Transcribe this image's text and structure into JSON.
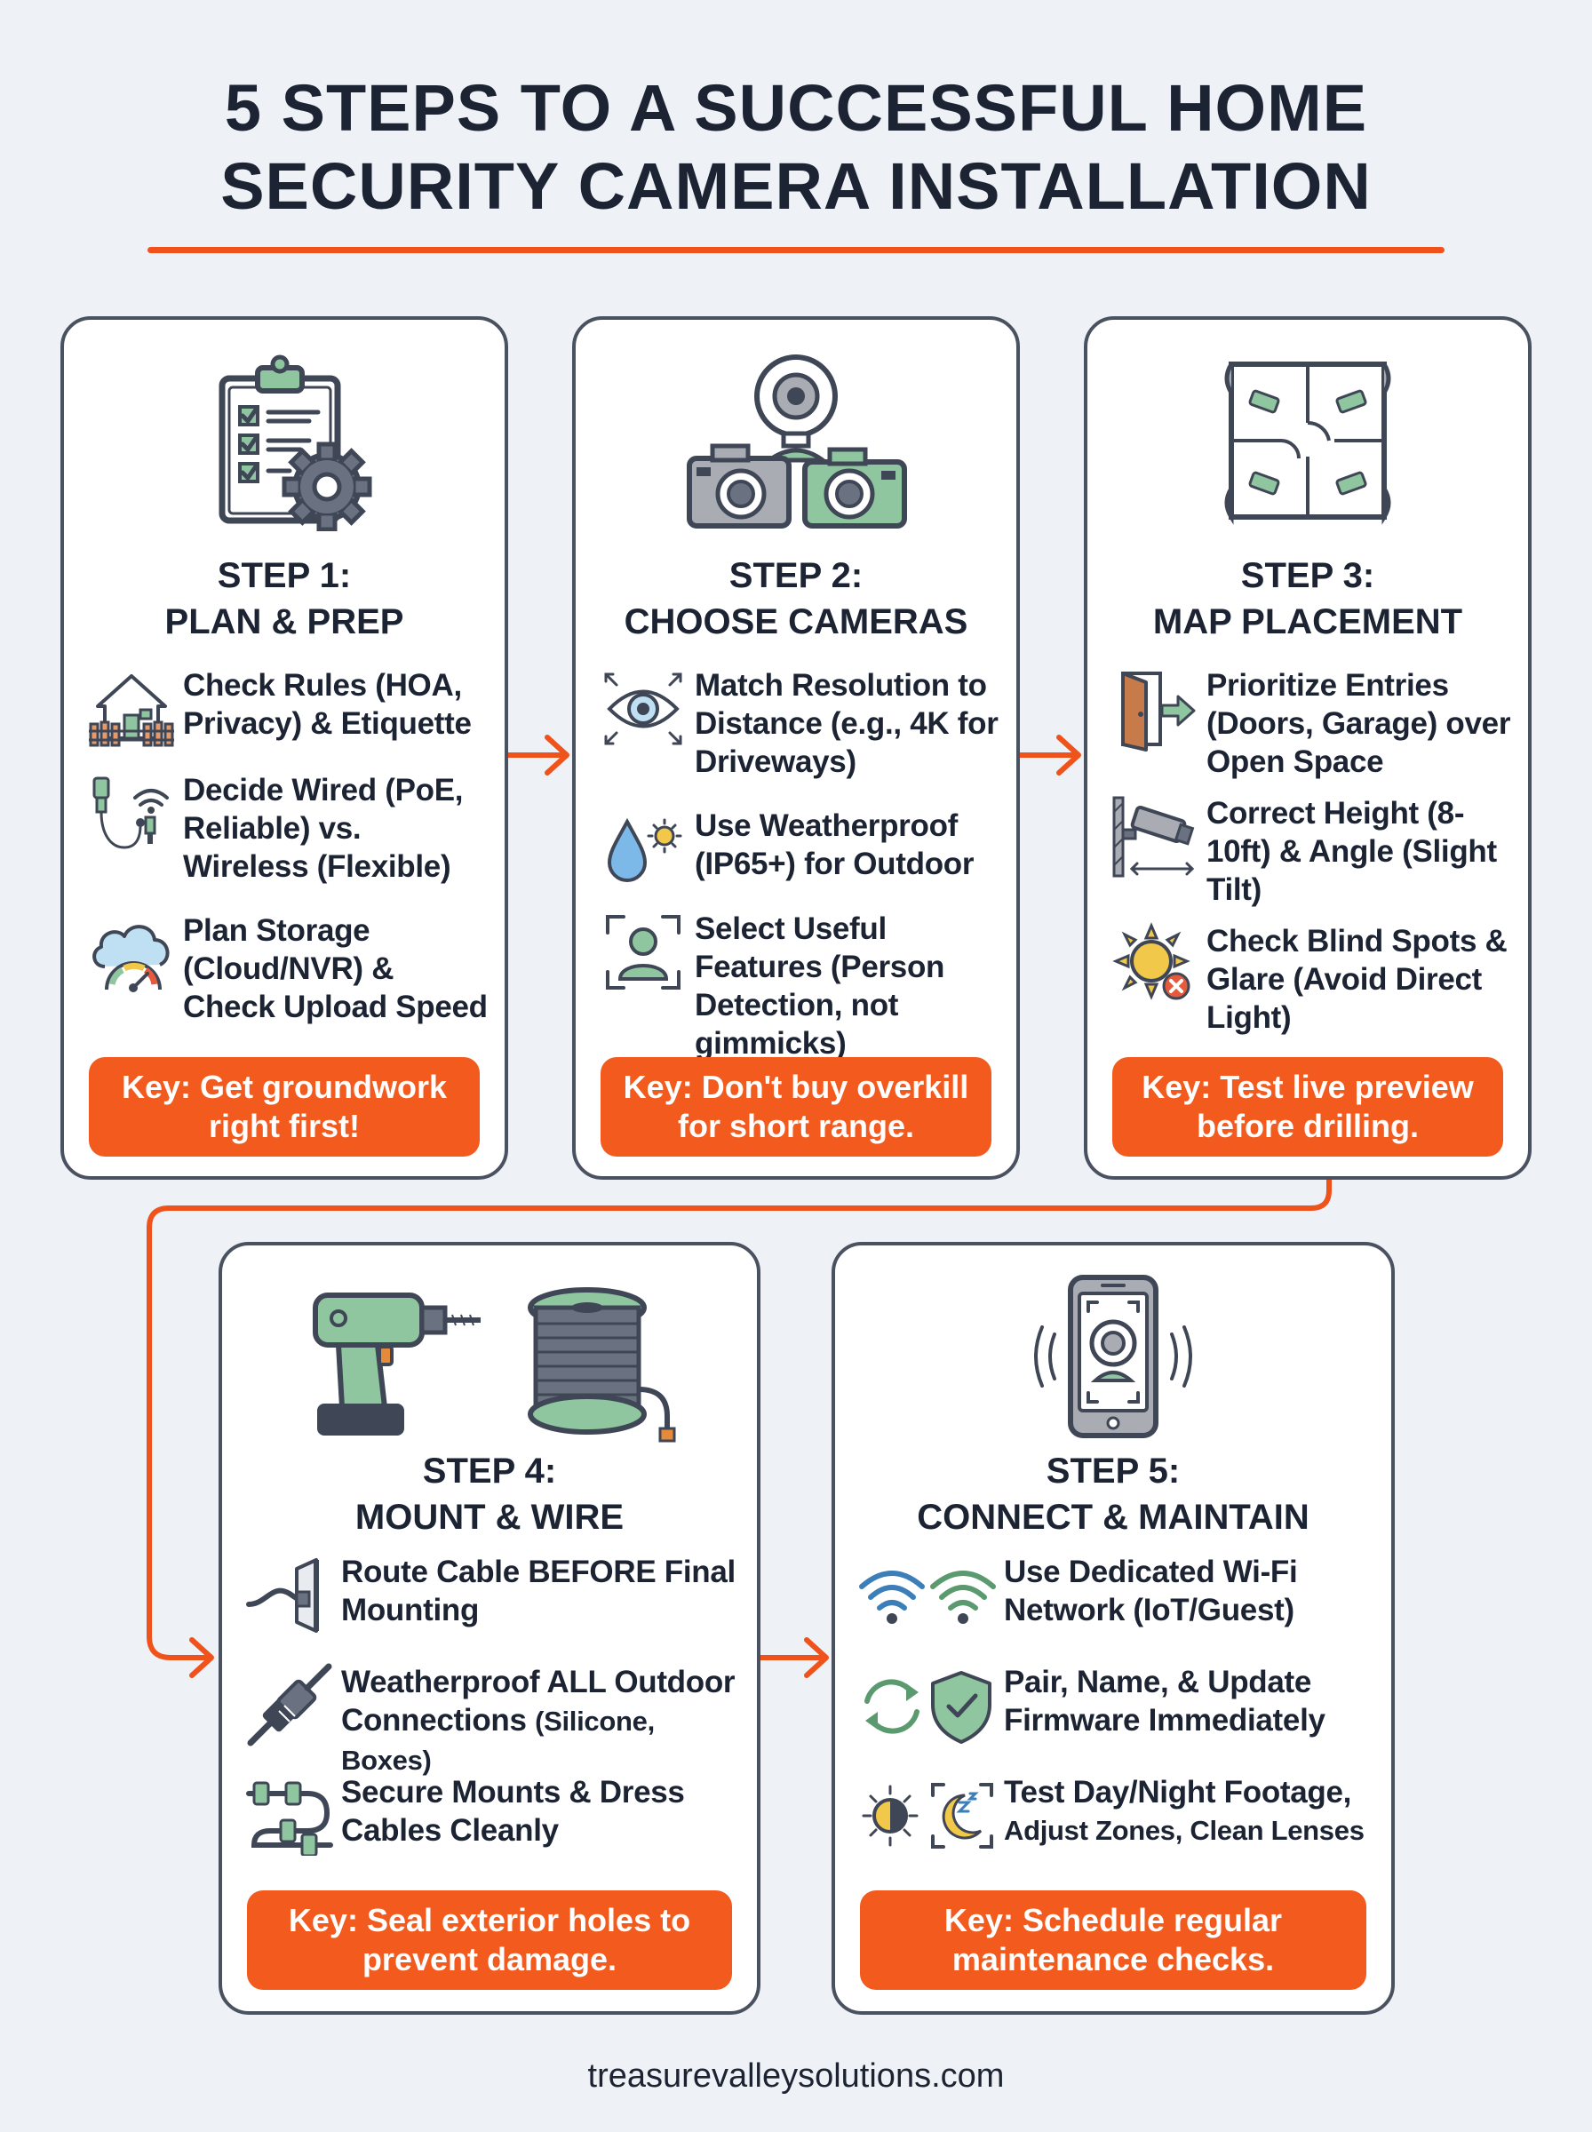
{
  "title": {
    "line1": "5 STEPS TO A SUCCESSFUL HOME",
    "line2": "SECURITY CAMERA INSTALLATION"
  },
  "colors": {
    "accent": "#f25a1e",
    "border": "#4a5160",
    "icon_green": "#8fc6a0",
    "icon_gray": "#a9acb2",
    "background": "#eef1f5"
  },
  "steps": [
    {
      "step_label": "STEP 1:",
      "name": "PLAN & PREP",
      "icon": "clipboard-gear-icon",
      "items": [
        {
          "icon": "house-fence-icon",
          "text": "Check Rules (HOA, Privacy) & Etiquette"
        },
        {
          "icon": "wired-wireless-icon",
          "text": "Decide Wired (PoE, Reliable) vs. Wireless (Flexible)"
        },
        {
          "icon": "cloud-speedometer-icon",
          "text": "Plan Storage (Cloud/NVR) & Check Upload Speed"
        }
      ],
      "key": "Key: Get groundwork right first!"
    },
    {
      "step_label": "STEP 2:",
      "name": "CHOOSE CAMERAS",
      "icon": "cameras-icon",
      "items": [
        {
          "icon": "eye-expand-icon",
          "text": "Match Resolution to Distance (e.g., 4K for Driveways)"
        },
        {
          "icon": "water-sun-icon",
          "text": "Use Weatherproof (IP65+) for Outdoor"
        },
        {
          "icon": "person-detect-icon",
          "text": "Select Useful Features (Person Detection, not gimmicks)"
        }
      ],
      "key": "Key: Don't buy overkill for short range."
    },
    {
      "step_label": "STEP 3:",
      "name": "MAP PLACEMENT",
      "icon": "floor-plan-icon",
      "items": [
        {
          "icon": "door-arrow-icon",
          "text": "Prioritize Entries (Doors, Garage) over Open Space"
        },
        {
          "icon": "wall-camera-icon",
          "text": "Correct Height (8-10ft) & Angle (Slight Tilt)"
        },
        {
          "icon": "sun-glare-icon",
          "text": "Check Blind Spots & Glare (Avoid Direct Light)"
        }
      ],
      "key": "Key: Test live preview before drilling."
    },
    {
      "step_label": "STEP 4:",
      "name": "MOUNT & WIRE",
      "icon": "drill-spool-icon",
      "items": [
        {
          "icon": "cable-wall-icon",
          "text": "Route Cable BEFORE Final Mounting"
        },
        {
          "icon": "connector-icon",
          "text": "Weatherproof ALL Outdoor Connections",
          "small": "(Silicone, Boxes)"
        },
        {
          "icon": "cable-clip-icon",
          "text": "Secure Mounts & Dress Cables Cleanly"
        }
      ],
      "key": "Key: Seal exterior holes to prevent damage."
    },
    {
      "step_label": "STEP 5:",
      "name": "CONNECT & MAINTAIN",
      "icon": "phone-camera-icon",
      "items": [
        {
          "icon": "wifi-icon",
          "text": "Use Dedicated Wi-Fi Network (IoT/Guest)"
        },
        {
          "icon": "sync-shield-icon",
          "text": "Pair, Name, & Update Firmware Immediately"
        },
        {
          "icon": "day-night-icon",
          "text": "Test Day/Night Footage,",
          "small": "Adjust Zones, Clean Lenses"
        }
      ],
      "key": "Key: Schedule regular maintenance checks."
    }
  ],
  "footer": "treasurevalleysolutions.com"
}
